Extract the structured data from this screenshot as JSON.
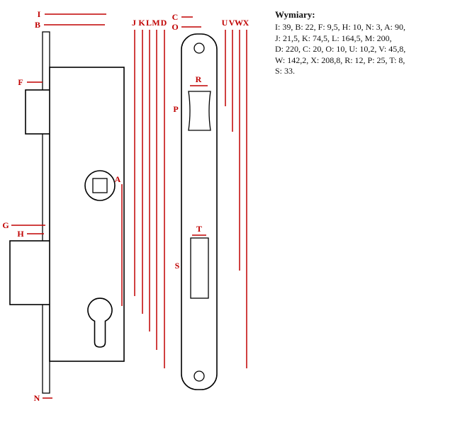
{
  "colors": {
    "dimension": "#c00000",
    "outline": "#000000"
  },
  "legend": {
    "title": "Wymiary:",
    "lines": [
      "I: 39, B: 22, F: 9,5, H: 10, N: 3, A: 90,",
      "J: 21,5, K: 74,5, L: 164,5, M: 200,",
      "D: 220, C: 20, O: 10, U: 10,2, V: 45,8,",
      "W: 142,2, X: 208,8, R: 12, P: 25, T: 8,",
      "S: 33."
    ]
  },
  "labels": {
    "I": "I",
    "B": "B",
    "F": "F",
    "G": "G",
    "H": "H",
    "N": "N",
    "A": "A",
    "J": "J",
    "K": "K",
    "L": "L",
    "M": "M",
    "D": "D",
    "C": "C",
    "O": "O",
    "U": "U",
    "V": "V",
    "W": "W",
    "X": "X",
    "P": "P",
    "R": "R",
    "S": "S",
    "T": "T"
  }
}
